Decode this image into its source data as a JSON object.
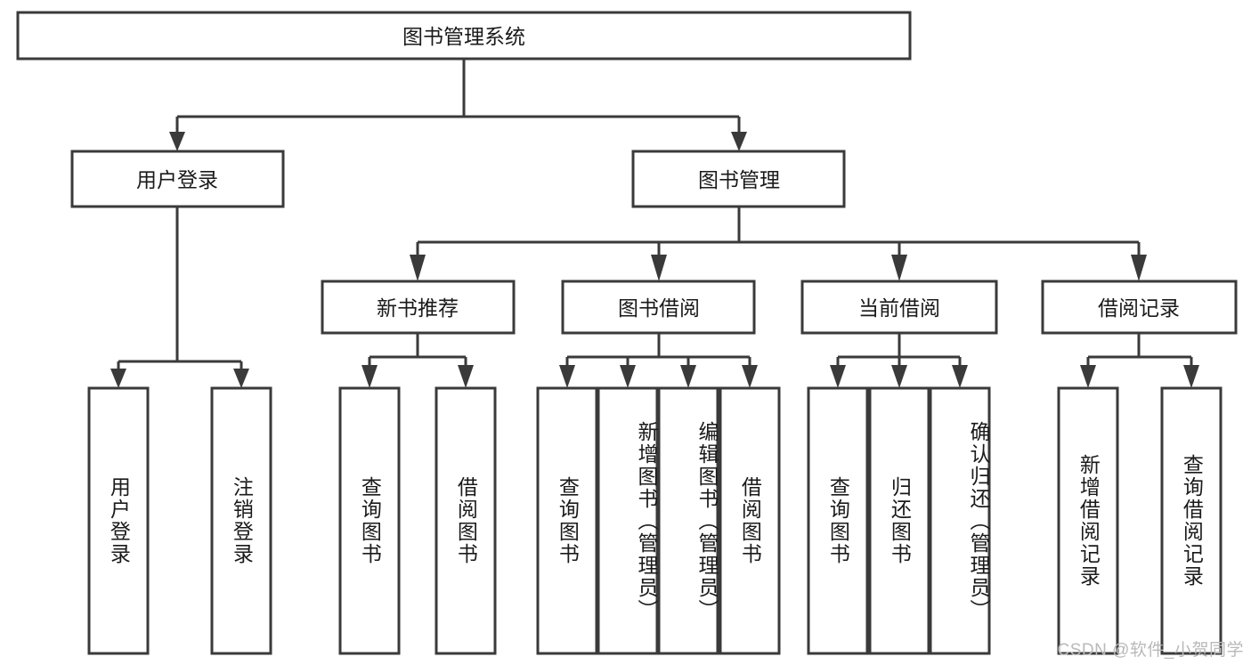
{
  "diagram": {
    "type": "tree-hierarchy",
    "title": "图书管理系统",
    "orientation": "top-down",
    "colors": {
      "box_stroke": "#3a3a3a",
      "box_fill": "#ffffff",
      "connector": "#3a3a3a",
      "text": "#1a1a1a",
      "watermark": "#b9b9b9",
      "background": "#ffffff"
    },
    "root": {
      "label": "图书管理系统"
    },
    "level2": [
      {
        "label": "用户登录"
      },
      {
        "label": "图书管理"
      }
    ],
    "level3": [
      {
        "label": "新书推荐"
      },
      {
        "label": "图书借阅"
      },
      {
        "label": "当前借阅"
      },
      {
        "label": "借阅记录"
      }
    ],
    "leaves_user_login": [
      {
        "label": "用户登录"
      },
      {
        "label": "注销登录"
      }
    ],
    "leaves_new_book": [
      {
        "label": "查询图书"
      },
      {
        "label": "借阅图书"
      }
    ],
    "leaves_borrow": [
      {
        "label": "查询图书"
      },
      {
        "label": "新增图书（管理员）"
      },
      {
        "label": "编辑图书（管理员）"
      },
      {
        "label": "借阅图书"
      }
    ],
    "leaves_current": [
      {
        "label": "查询图书"
      },
      {
        "label": "归还图书"
      },
      {
        "label": "确认归还（管理员）"
      }
    ],
    "leaves_records": [
      {
        "label": "新增借阅记录"
      },
      {
        "label": "查询借阅记录"
      }
    ]
  },
  "watermark": {
    "text": "CSDN @软件_小贺同学"
  }
}
